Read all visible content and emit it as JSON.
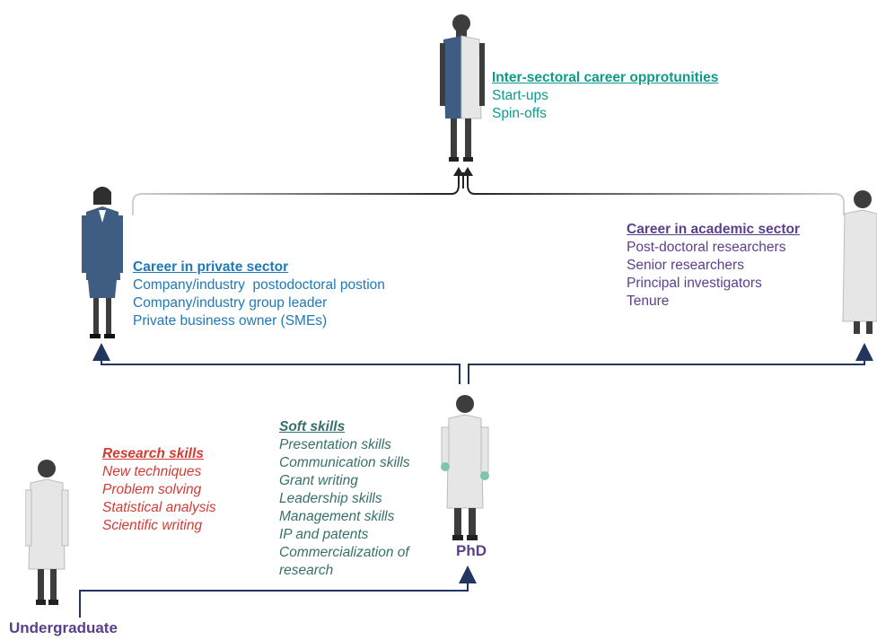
{
  "inter_sectoral": {
    "title": "Inter-sectoral career opprotunities",
    "items": [
      "Start-ups",
      "Spin-offs"
    ]
  },
  "private_sector": {
    "title": "Career in private sector",
    "items": [
      "Company/industry  postodoctoral postion",
      "Company/industry group leader",
      "Private business owner (SMEs)"
    ]
  },
  "academic_sector": {
    "title": "Career in academic sector",
    "items": [
      "Post-doctoral researchers",
      "Senior researchers",
      "Principal investigators",
      "Tenure"
    ]
  },
  "soft_skills": {
    "title": "Soft skills",
    "items": [
      "Presentation skills",
      "Communication skills",
      "Grant writing",
      "Leadership skills",
      "Management skills",
      "IP and patents",
      "Commercialization of",
      "research"
    ]
  },
  "research_skills": {
    "title": "Research skills",
    "items": [
      "New techniques",
      "Problem solving",
      "Statistical analysis",
      "Scientific writing"
    ]
  },
  "labels": {
    "phd": "PhD",
    "undergraduate": "Undergraduate"
  },
  "colors": {
    "teal": "#0f9a8a",
    "blue": "#1f78b8",
    "purple": "#5b3f8c",
    "red": "#d23b34",
    "dark_teal": "#37706a",
    "arrow": "#22355e"
  }
}
